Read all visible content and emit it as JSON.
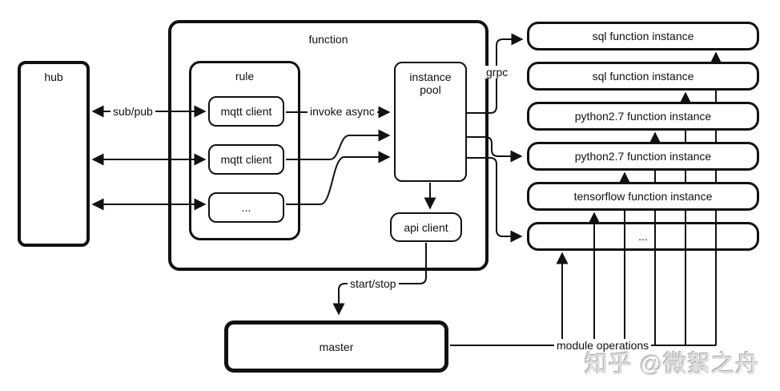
{
  "nodes": {
    "hub": "hub",
    "function_container": "function",
    "rule_container": "rule",
    "mqtt_client_1": "mqtt client",
    "mqtt_client_2": "mqtt client",
    "rule_ellipsis": "...",
    "instance_pool": "instance pool",
    "api_client": "api client",
    "master": "master"
  },
  "instances": [
    "sql function instance",
    "sql function instance",
    "python2.7 function instance",
    "python2.7 function instance",
    "tensorflow function instance",
    "..."
  ],
  "edge_labels": {
    "sub_pub": "sub/pub",
    "invoke_async": "invoke async",
    "grpc": "grpc",
    "start_stop": "start/stop",
    "module_operations": "module operations"
  },
  "watermark": "知乎 @微絮之舟",
  "colors": {
    "line": "#111111",
    "background": "#ffffff",
    "watermark_gray": "#dedede"
  }
}
